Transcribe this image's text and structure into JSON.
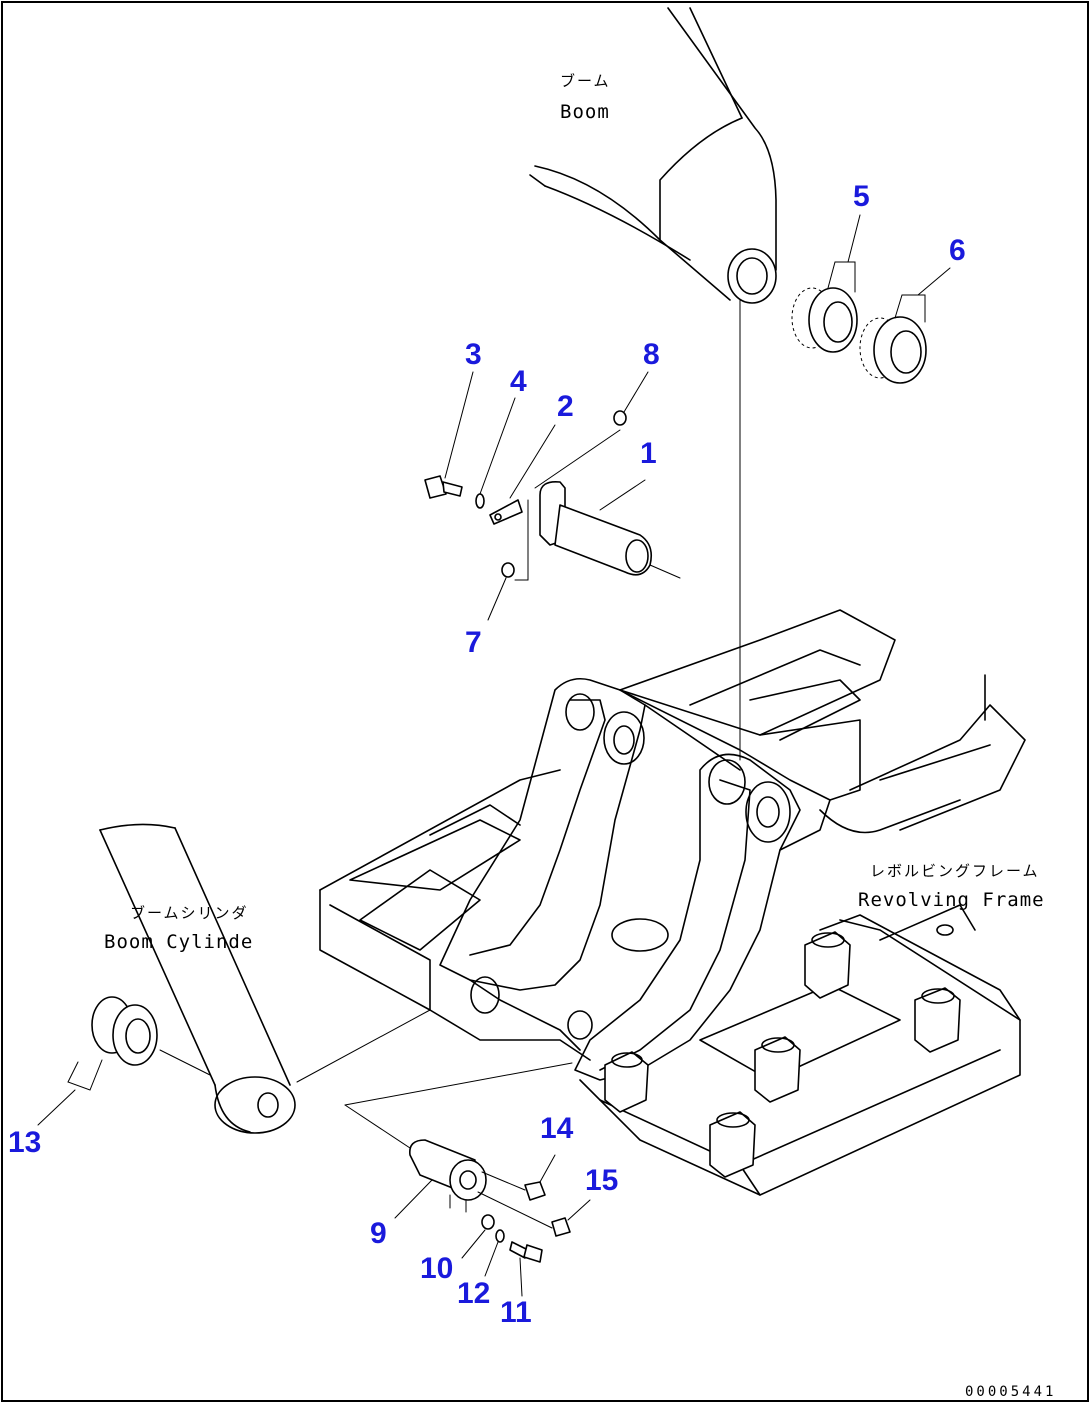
{
  "labels": {
    "boom_jp": "ブーム",
    "boom_en": "Boom",
    "cylinder_jp": "ブームシリンダ",
    "cylinder_en": "Boom Cylinde",
    "frame_jp": "レボルビングフレーム",
    "frame_en": "Revolving Frame"
  },
  "callouts": [
    "1",
    "2",
    "3",
    "4",
    "5",
    "6",
    "7",
    "8",
    "9",
    "10",
    "11",
    "12",
    "13",
    "14",
    "15"
  ],
  "drawing_code": "00005441",
  "colors": {
    "callout": "#1a1adc",
    "line": "#000000",
    "background": "#ffffff"
  }
}
